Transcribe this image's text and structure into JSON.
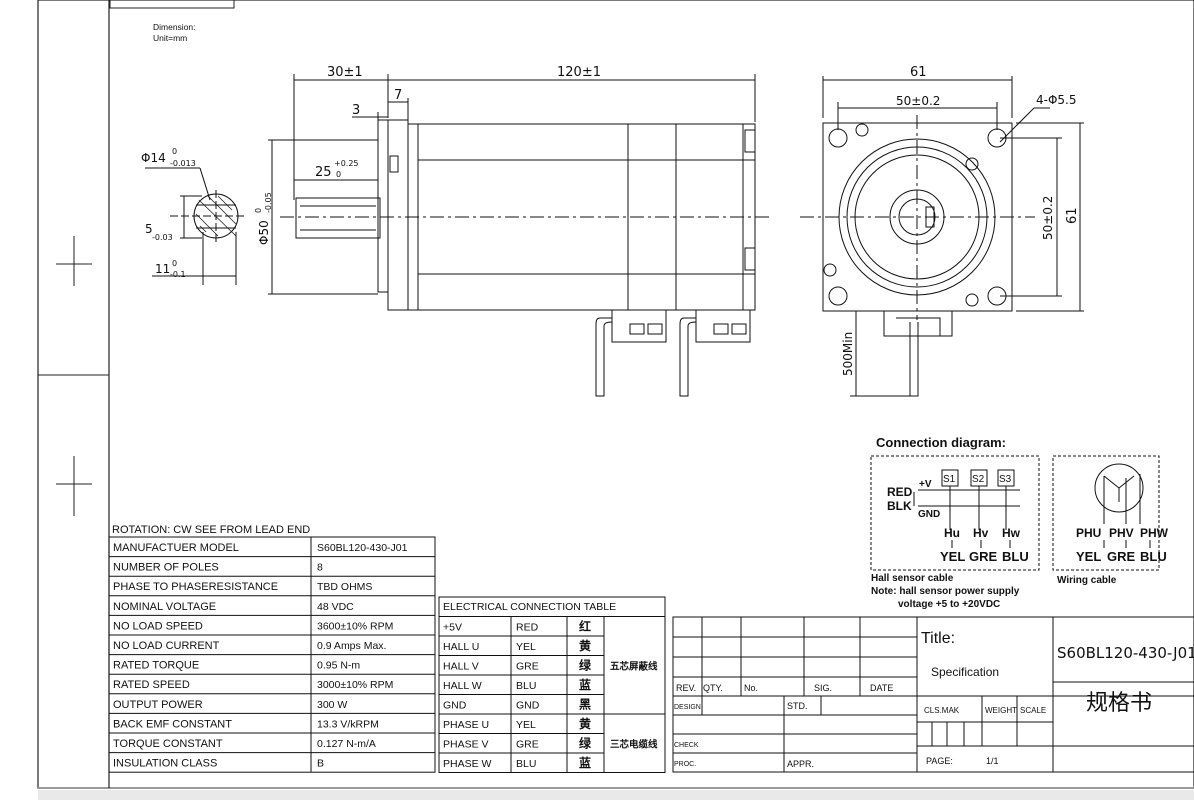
{
  "header": {
    "dimension_label": "Dimension:",
    "unit_label": "Unit=mm"
  },
  "side_view": {
    "dim_top_left": "30±1",
    "dim_top_main": "120±1",
    "dim_flange": "7",
    "dim_step": "3",
    "dim_shaft_len": "25",
    "dim_shaft_len_tol": "+0.25",
    "dim_shaft_len_tol2": "0",
    "dim_pilot": "Φ50",
    "dim_pilot_tol": "0",
    "dim_pilot_tol2": "-0.05"
  },
  "shaft_section": {
    "dia": "Φ14",
    "dia_tol": "0",
    "dia_tol2": "-0.013",
    "key": "5",
    "key_tol": "-0.03",
    "flat": "11",
    "flat_tol": "0",
    "flat_tol2": "-0.1"
  },
  "front_view": {
    "dim_width": "61",
    "dim_bolt": "50±0.2",
    "dim_holes": "4-Φ5.5",
    "dim_bolt_v": "50±0.2",
    "dim_height": "61",
    "dim_cable": "500Min"
  },
  "connection": {
    "title": "Connection diagram:",
    "plus_v": "+V",
    "gnd": "GND",
    "red": "RED",
    "blk": "BLK",
    "s1": "S1",
    "s2": "S2",
    "s3": "S3",
    "hu": "Hu",
    "hv": "Hv",
    "hw": "Hw",
    "yel": "YEL",
    "gre": "GRE",
    "blu": "BLU",
    "hall_caption": "Hall sensor cable",
    "note1": "Note: hall sensor power supply",
    "note2": "voltage +5 to +20VDC",
    "phu": "PHU",
    "phv": "PHV",
    "phw": "PHW",
    "yel2": "YEL",
    "gre2": "GRE",
    "blu2": "BLU",
    "wiring_caption": "Wiring cable"
  },
  "spec": {
    "rotation": "ROTATION: CW SEE FROM LEAD END",
    "rows": [
      {
        "label": "MANUFACTUER MODEL",
        "value": "S60BL120-430-J01"
      },
      {
        "label": "NUMBER OF POLES",
        "value": "8"
      },
      {
        "label": "PHASE TO PHASERESISTANCE",
        "value": "TBD OHMS"
      },
      {
        "label": "NOMINAL VOLTAGE",
        "value": "48 VDC"
      },
      {
        "label": "NO LOAD SPEED",
        "value": "3600±10% RPM"
      },
      {
        "label": "NO LOAD CURRENT",
        "value": "0.9 Amps Max."
      },
      {
        "label": "RATED TORQUE",
        "value": "0.95 N-m"
      },
      {
        "label": "RATED SPEED",
        "value": "3000±10% RPM"
      },
      {
        "label": "OUTPUT POWER",
        "value": "300 W"
      },
      {
        "label": "BACK EMF CONSTANT",
        "value": "13.3 V/kRPM"
      },
      {
        "label": "TORQUE CONSTANT",
        "value": "0.127 N-m/A"
      },
      {
        "label": "INSULATION CLASS",
        "value": "B"
      }
    ]
  },
  "electrical": {
    "title": "ELECTRICAL CONNECTION TABLE",
    "rows": [
      {
        "sig": "+5V",
        "color": "RED",
        "cn": "红"
      },
      {
        "sig": "HALL U",
        "color": "YEL",
        "cn": "黄"
      },
      {
        "sig": "HALL V",
        "color": "GRE",
        "cn": "绿"
      },
      {
        "sig": "HALL W",
        "color": "BLU",
        "cn": "蓝"
      },
      {
        "sig": "GND",
        "color": "GND",
        "cn": "黑"
      },
      {
        "sig": "PHASE U",
        "color": "YEL",
        "cn": "黄"
      },
      {
        "sig": "PHASE V",
        "color": "GRE",
        "cn": "绿"
      },
      {
        "sig": "PHASE W",
        "color": "BLU",
        "cn": "蓝"
      }
    ],
    "group1": "五芯屏蔽线",
    "group2": "三芯电缆线"
  },
  "title_block": {
    "rev": "REV.",
    "qty": "QTY.",
    "no": "No.",
    "sig": "SIG.",
    "date": "DATE",
    "design": "DESIGN",
    "std": "STD.",
    "check": "CHECK",
    "proc": "PROC.",
    "appr": "APPR.",
    "title_label": "Title:",
    "title_value": "Specification",
    "model": "S60BL120-430-J01",
    "doc_type": "规格书",
    "clsmak": "CLS.MAK",
    "weight": "WEIGHT",
    "scale": "SCALE",
    "page_label": "PAGE:",
    "page_value": "1/1"
  }
}
